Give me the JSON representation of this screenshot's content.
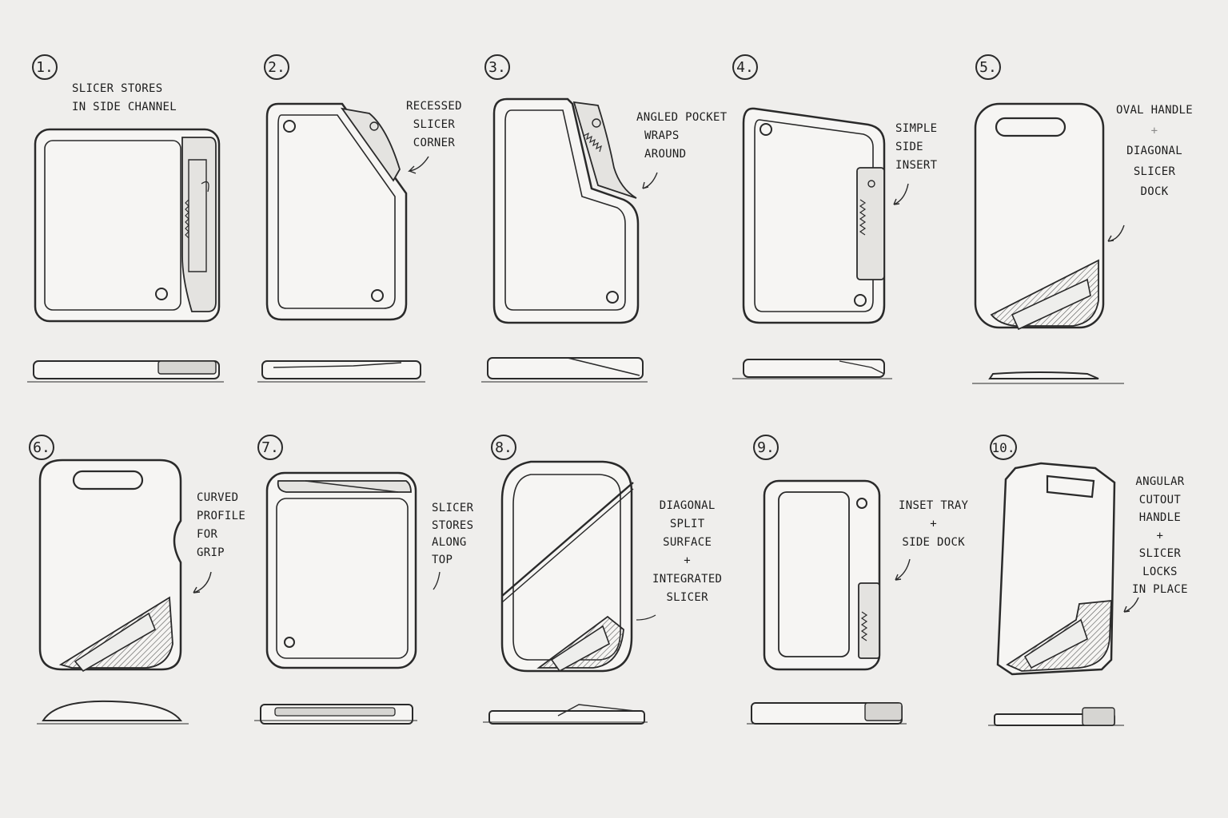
{
  "concepts": [
    {
      "number": "1.",
      "note": [
        "SLICER STORES",
        "IN SIDE CHANNEL"
      ]
    },
    {
      "number": "2.",
      "note": [
        "RECESSED",
        "SLICER",
        "CORNER"
      ]
    },
    {
      "number": "3.",
      "note": [
        "ANGLED POCKET",
        "WRAPS",
        "AROUND"
      ]
    },
    {
      "number": "4.",
      "note": [
        "SIMPLE",
        "SIDE",
        "INSERT"
      ]
    },
    {
      "number": "5.",
      "note": [
        "OVAL HANDLE",
        "+",
        "DIAGONAL",
        "SLICER",
        "DOCK"
      ]
    },
    {
      "number": "6.",
      "note": [
        "CURVED",
        "PROFILE",
        "FOR",
        "GRIP"
      ]
    },
    {
      "number": "7.",
      "note": [
        "SLICER",
        "STORES",
        "ALONG",
        "TOP"
      ]
    },
    {
      "number": "8.",
      "note": [
        "DIAGONAL",
        "SPLIT",
        "SURFACE",
        "+",
        "INTEGRATED",
        "SLICER"
      ]
    },
    {
      "number": "9.",
      "note": [
        "INSET TRAY",
        "+",
        "SIDE DOCK"
      ]
    },
    {
      "number": "10.",
      "note": [
        "ANGULAR",
        "CUTOUT",
        "HANDLE",
        "+",
        "SLICER",
        "LOCKS",
        "IN PLACE"
      ]
    }
  ],
  "palette": {
    "paper": "#efeeec",
    "ink": "#2a2a2a",
    "shade": "#9a9a9a"
  }
}
